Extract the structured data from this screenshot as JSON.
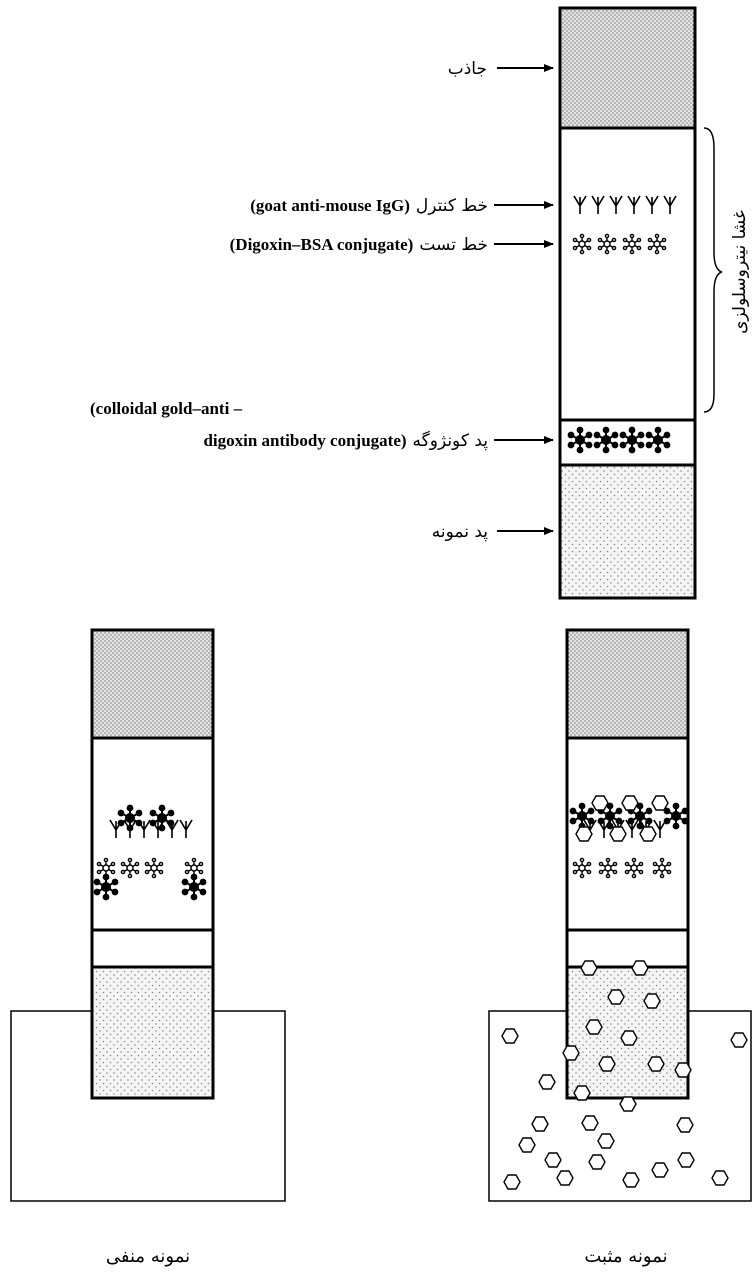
{
  "labels": {
    "absorbent": "جاذب",
    "control_line_fa": "خط کنترل",
    "control_line_en": "(goat anti-mouse IgG)",
    "test_line_fa": "خط تست",
    "test_line_en": "(Digoxin–BSA conjugate)",
    "conjugate_en_line1": "(colloidal gold–anti –",
    "conjugate_en_line2": "digoxin antibody conjugate)",
    "conjugate_fa": "پد کونژوگه",
    "sample_pad": "پد نمونه",
    "membrane": "غشا نیتروسلولزی"
  },
  "captions": {
    "negative": "نمونه منفی",
    "positive": "نمونه مثبت"
  },
  "colors": {
    "stroke": "#000000",
    "background": "#ffffff",
    "pad_fill": "#f4f4f4",
    "absorbent_fill": "#e6e6e6",
    "dot": "#8a8a8a"
  },
  "icons": [
    "antibody-y-icon",
    "asterisk-antigen-icon",
    "gold-conjugate-icon",
    "analyte-hexagon-icon"
  ]
}
